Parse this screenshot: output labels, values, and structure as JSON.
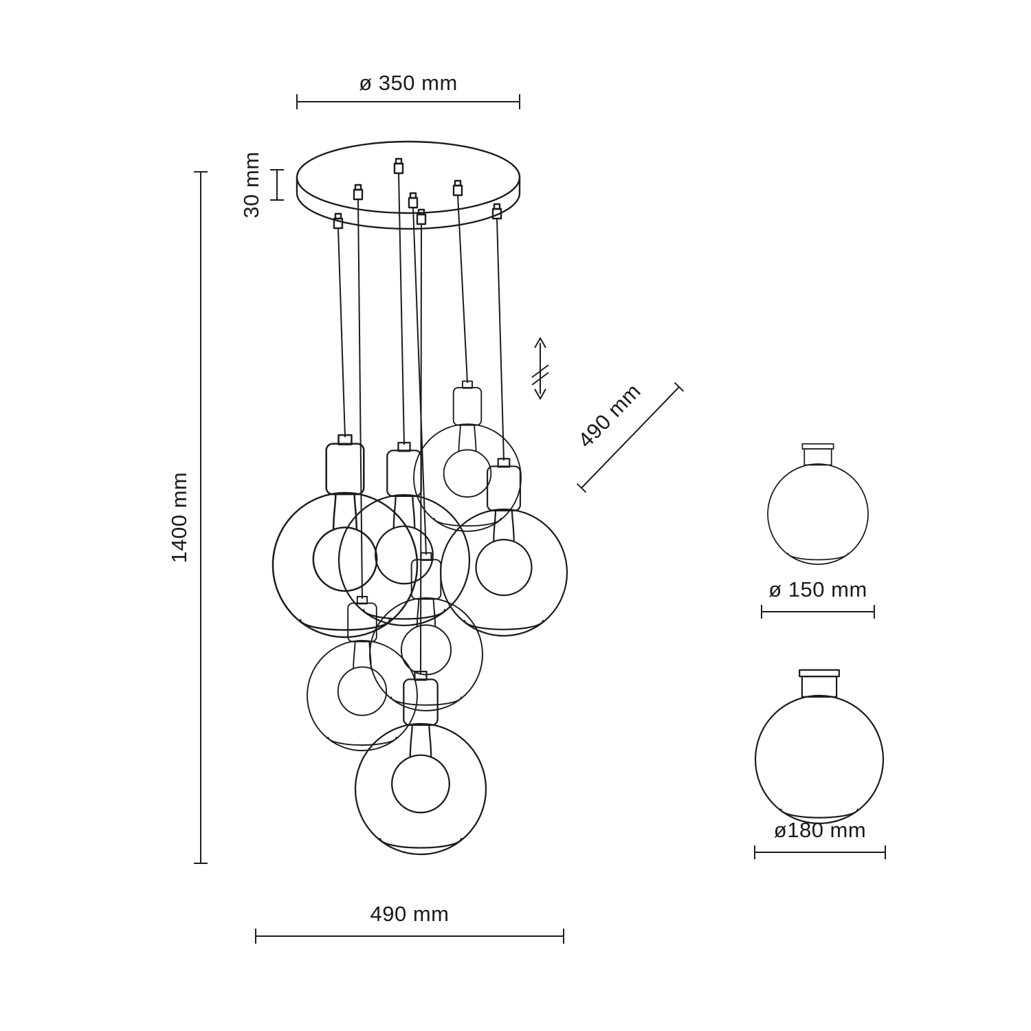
{
  "page": {
    "background": "#ffffff",
    "line_color": "#1c1c1c"
  },
  "diagram": {
    "type": "technical-dimension-drawing",
    "subject": "pendant-lamp-cluster-with-seven-glass-globes",
    "labels": {
      "canopy_diameter": "ø 350 mm",
      "canopy_height": "30 mm",
      "total_height": "1400 mm",
      "cable_length_diagonal": "490 mm",
      "fixture_spread": "490 mm",
      "small_shade_diameter": "ø 150 mm",
      "large_shade_diameter": "ø180 mm"
    }
  }
}
